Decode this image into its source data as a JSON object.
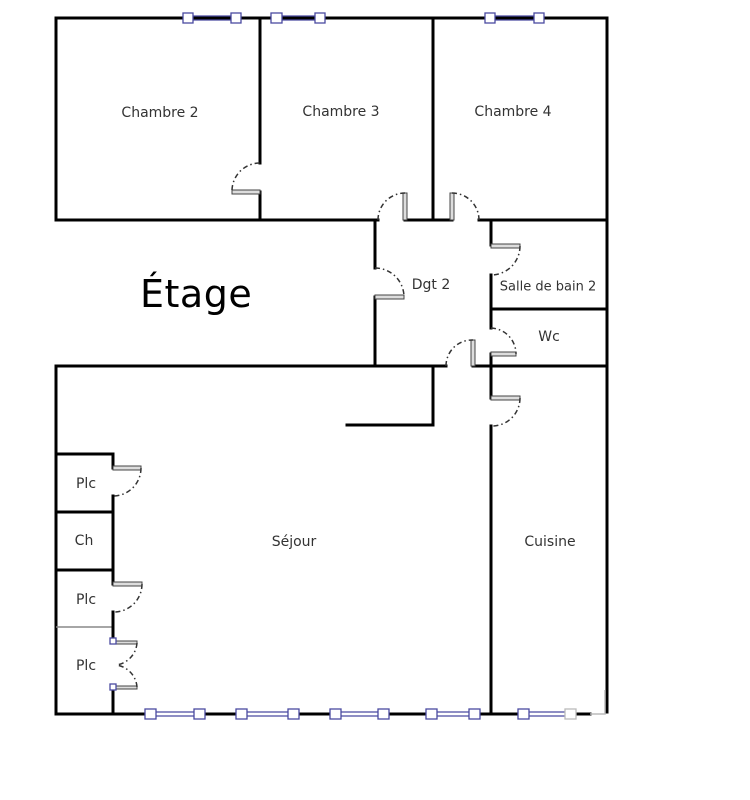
{
  "floor": {
    "title": "Étage"
  },
  "rooms": {
    "chambre2": "Chambre 2",
    "chambre3": "Chambre 3",
    "chambre4": "Chambre 4",
    "dgt2": "Dgt 2",
    "sdb2": "Salle de bain 2",
    "wc": "Wc",
    "sejour": "Séjour",
    "cuisine": "Cuisine",
    "plc1": "Plc",
    "ch": "Ch",
    "plc2": "Plc",
    "plc3": "Plc"
  },
  "colors": {
    "wall": "#000000",
    "window": "#4a4aa0",
    "label": "#333333"
  }
}
